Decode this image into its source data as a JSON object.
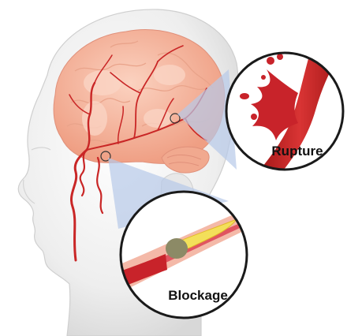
{
  "labels": {
    "rupture": "Rupture",
    "blockage": "Blockage"
  },
  "colors": {
    "skin": "#f1f1f1",
    "brain": "#f5b49d",
    "brain_light": "#f9cbb7",
    "artery": "#cc2a2a",
    "artery_dark": "#9b1515",
    "callout_wedge": "#b6c9e8",
    "plaque": "#f3e05a",
    "clot": "#8c8a66",
    "outline": "#1a1a1a"
  },
  "icons": {
    "head": "head-illustration",
    "brain": "brain-illustration",
    "rupture_marker": "circle-marker",
    "blockage_marker": "circle-marker"
  }
}
